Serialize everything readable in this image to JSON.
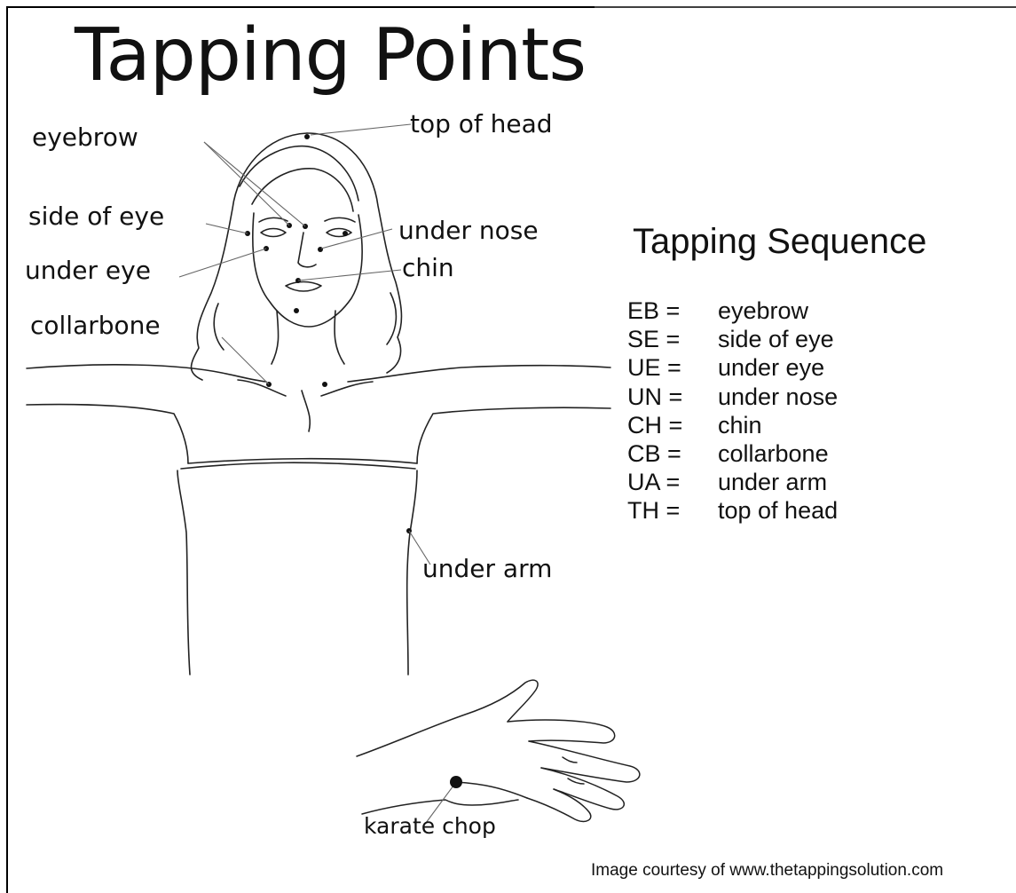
{
  "title": "Tapping Points",
  "labels": {
    "eyebrow": "eyebrow",
    "top_of_head": "top of head",
    "side_of_eye": "side of eye",
    "under_nose": "under nose",
    "under_eye": "under eye",
    "chin": "chin",
    "collarbone": "collarbone",
    "under_arm": "under arm",
    "karate_chop": "karate chop"
  },
  "sequence": {
    "title": "Tapping Sequence",
    "items": [
      {
        "code": "EB =",
        "name": "eyebrow"
      },
      {
        "code": "SE =",
        "name": "side of eye"
      },
      {
        "code": "UE =",
        "name": "under eye"
      },
      {
        "code": "UN =",
        "name": "under nose"
      },
      {
        "code": "CH =",
        "name": "chin"
      },
      {
        "code": "CB =",
        "name": "collarbone"
      },
      {
        "code": "UA =",
        "name": "under arm"
      },
      {
        "code": "TH =",
        "name": "top of head"
      }
    ]
  },
  "credit": "Image courtesy of www.thetappingsolution.com",
  "colors": {
    "ink": "#111111",
    "background": "#ffffff",
    "frame": "#000000"
  }
}
